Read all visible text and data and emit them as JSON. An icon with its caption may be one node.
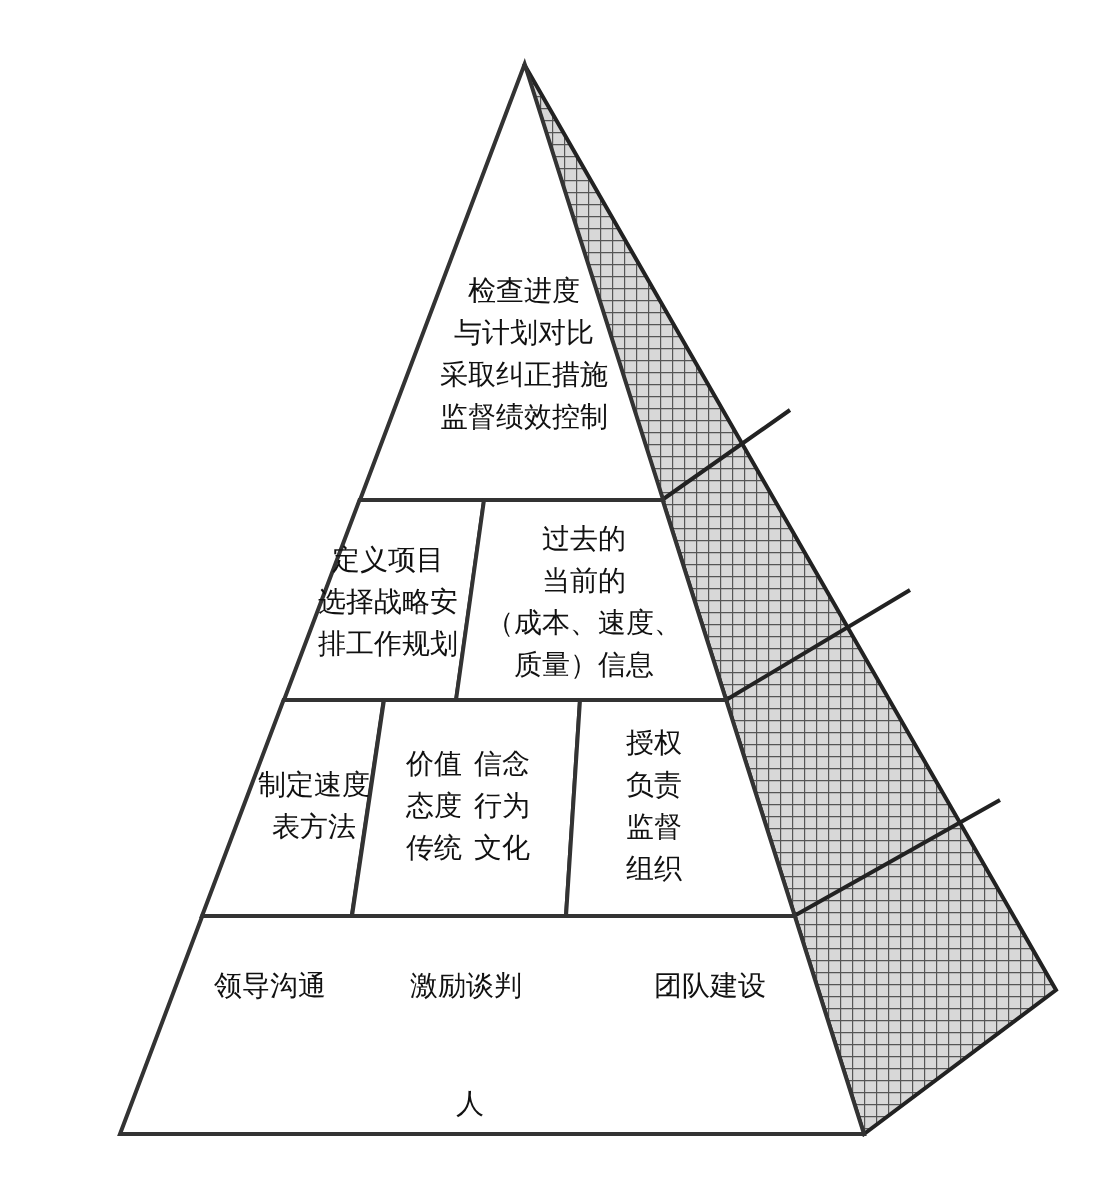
{
  "diagram": {
    "nodes": [
      {
        "text": [
          "检查进度与计划对比采取纠正措施监督绩效控制"
        ]
      },
      {
        "text": [
          "定义项目选择战略安排工作规划"
        ]
      },
      {
        "text": [
          "过去的当前的（成本、速度、质量）信息"
        ]
      },
      {
        "text": [
          "制定速度表方法"
        ]
      },
      {
        "text": [
          "价值信念态度行为传统文化"
        ]
      },
      {
        "text": [
          "授权负责监督组织"
        ]
      },
      {
        "text": [
          "领导沟通",
          "激励谈判",
          "团队建设",
          "人"
        ]
      }
    ],
    "edges": []
  }
}
